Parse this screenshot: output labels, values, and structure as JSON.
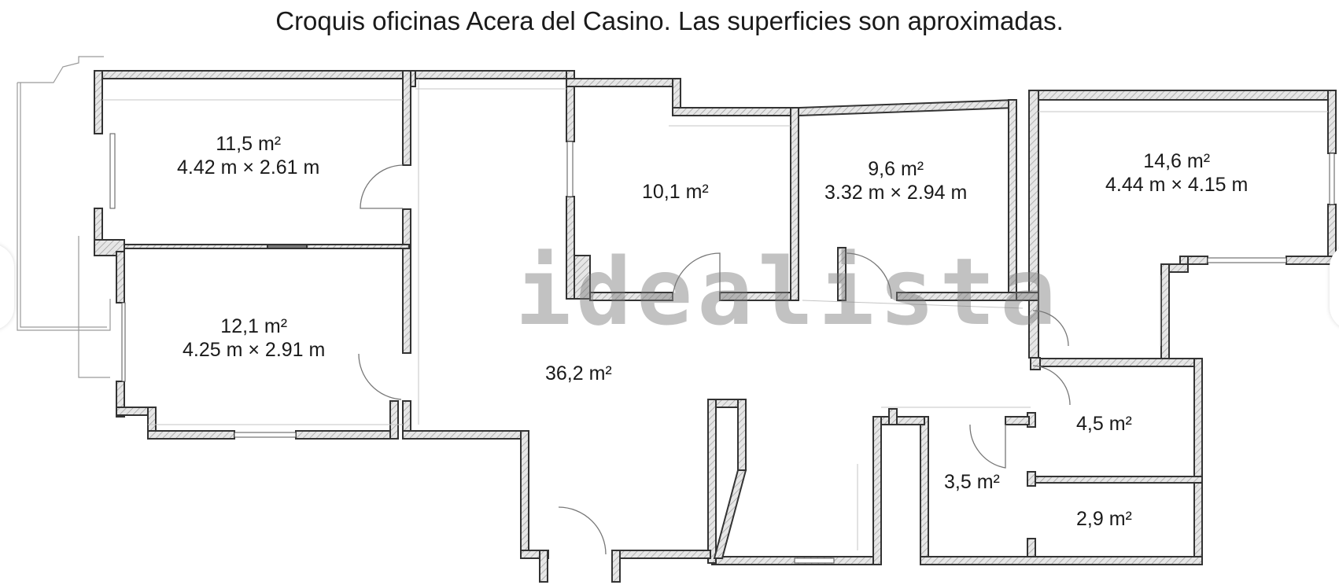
{
  "title": "Croquis oficinas Acera del Casino. Las superficies son aproximadas.",
  "watermark": "idealista",
  "rooms": [
    {
      "area": "11,5 m²",
      "dims": "4.42 m × 2.61 m"
    },
    {
      "area": "12,1 m²",
      "dims": "4.25 m × 2.91 m"
    },
    {
      "area": "10,1 m²",
      "dims": ""
    },
    {
      "area": "9,6 m²",
      "dims": "3.32 m × 2.94 m"
    },
    {
      "area": "14,6 m²",
      "dims": "4.44 m × 4.15 m"
    },
    {
      "area": "36,2 m²",
      "dims": ""
    },
    {
      "area": "3,5 m²",
      "dims": ""
    },
    {
      "area": "4,5 m²",
      "dims": ""
    },
    {
      "area": "2,9 m²",
      "dims": ""
    }
  ],
  "nav": {
    "prev_icon": "chevron-left-icon",
    "next_icon": "chevron-right-icon"
  }
}
